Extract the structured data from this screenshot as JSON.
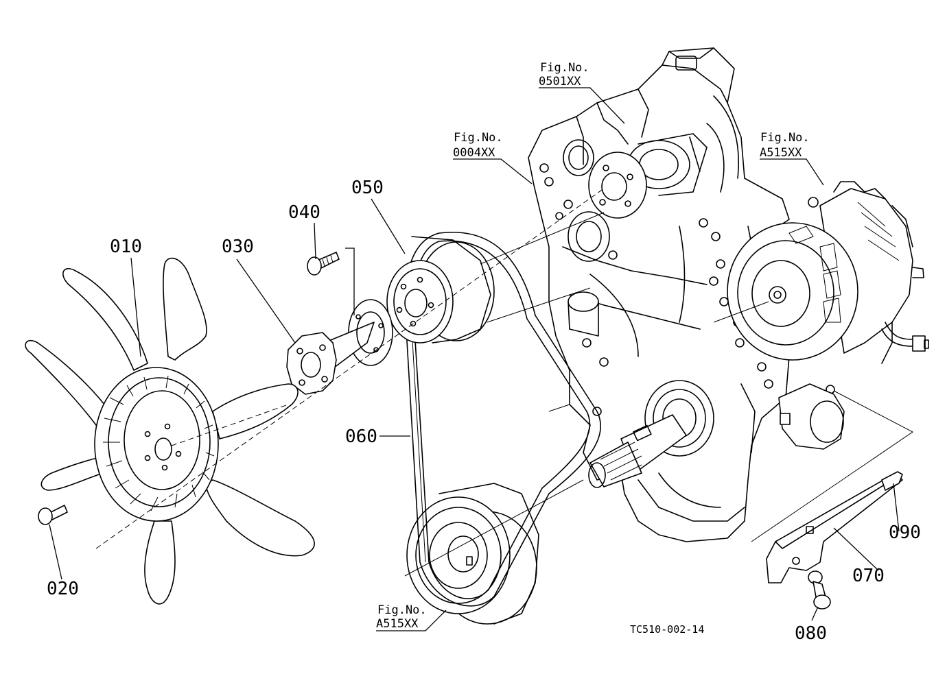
{
  "callouts": {
    "p010": "010",
    "p020": "020",
    "p030": "030",
    "p040": "040",
    "p050": "050",
    "p060": "060",
    "p070": "070",
    "p080": "080",
    "p090": "090"
  },
  "figure_refs": {
    "fig_0501": {
      "label": "Fig.No.",
      "number": "0501XX"
    },
    "fig_0004": {
      "label": "Fig.No.",
      "number": "0004XX"
    },
    "fig_a515_right": {
      "label": "Fig.No.",
      "number": "A515XX"
    },
    "fig_a515_bottom": {
      "label": "Fig.No.",
      "number": "A515XX"
    }
  },
  "drawing_code": "TC510-002-14"
}
